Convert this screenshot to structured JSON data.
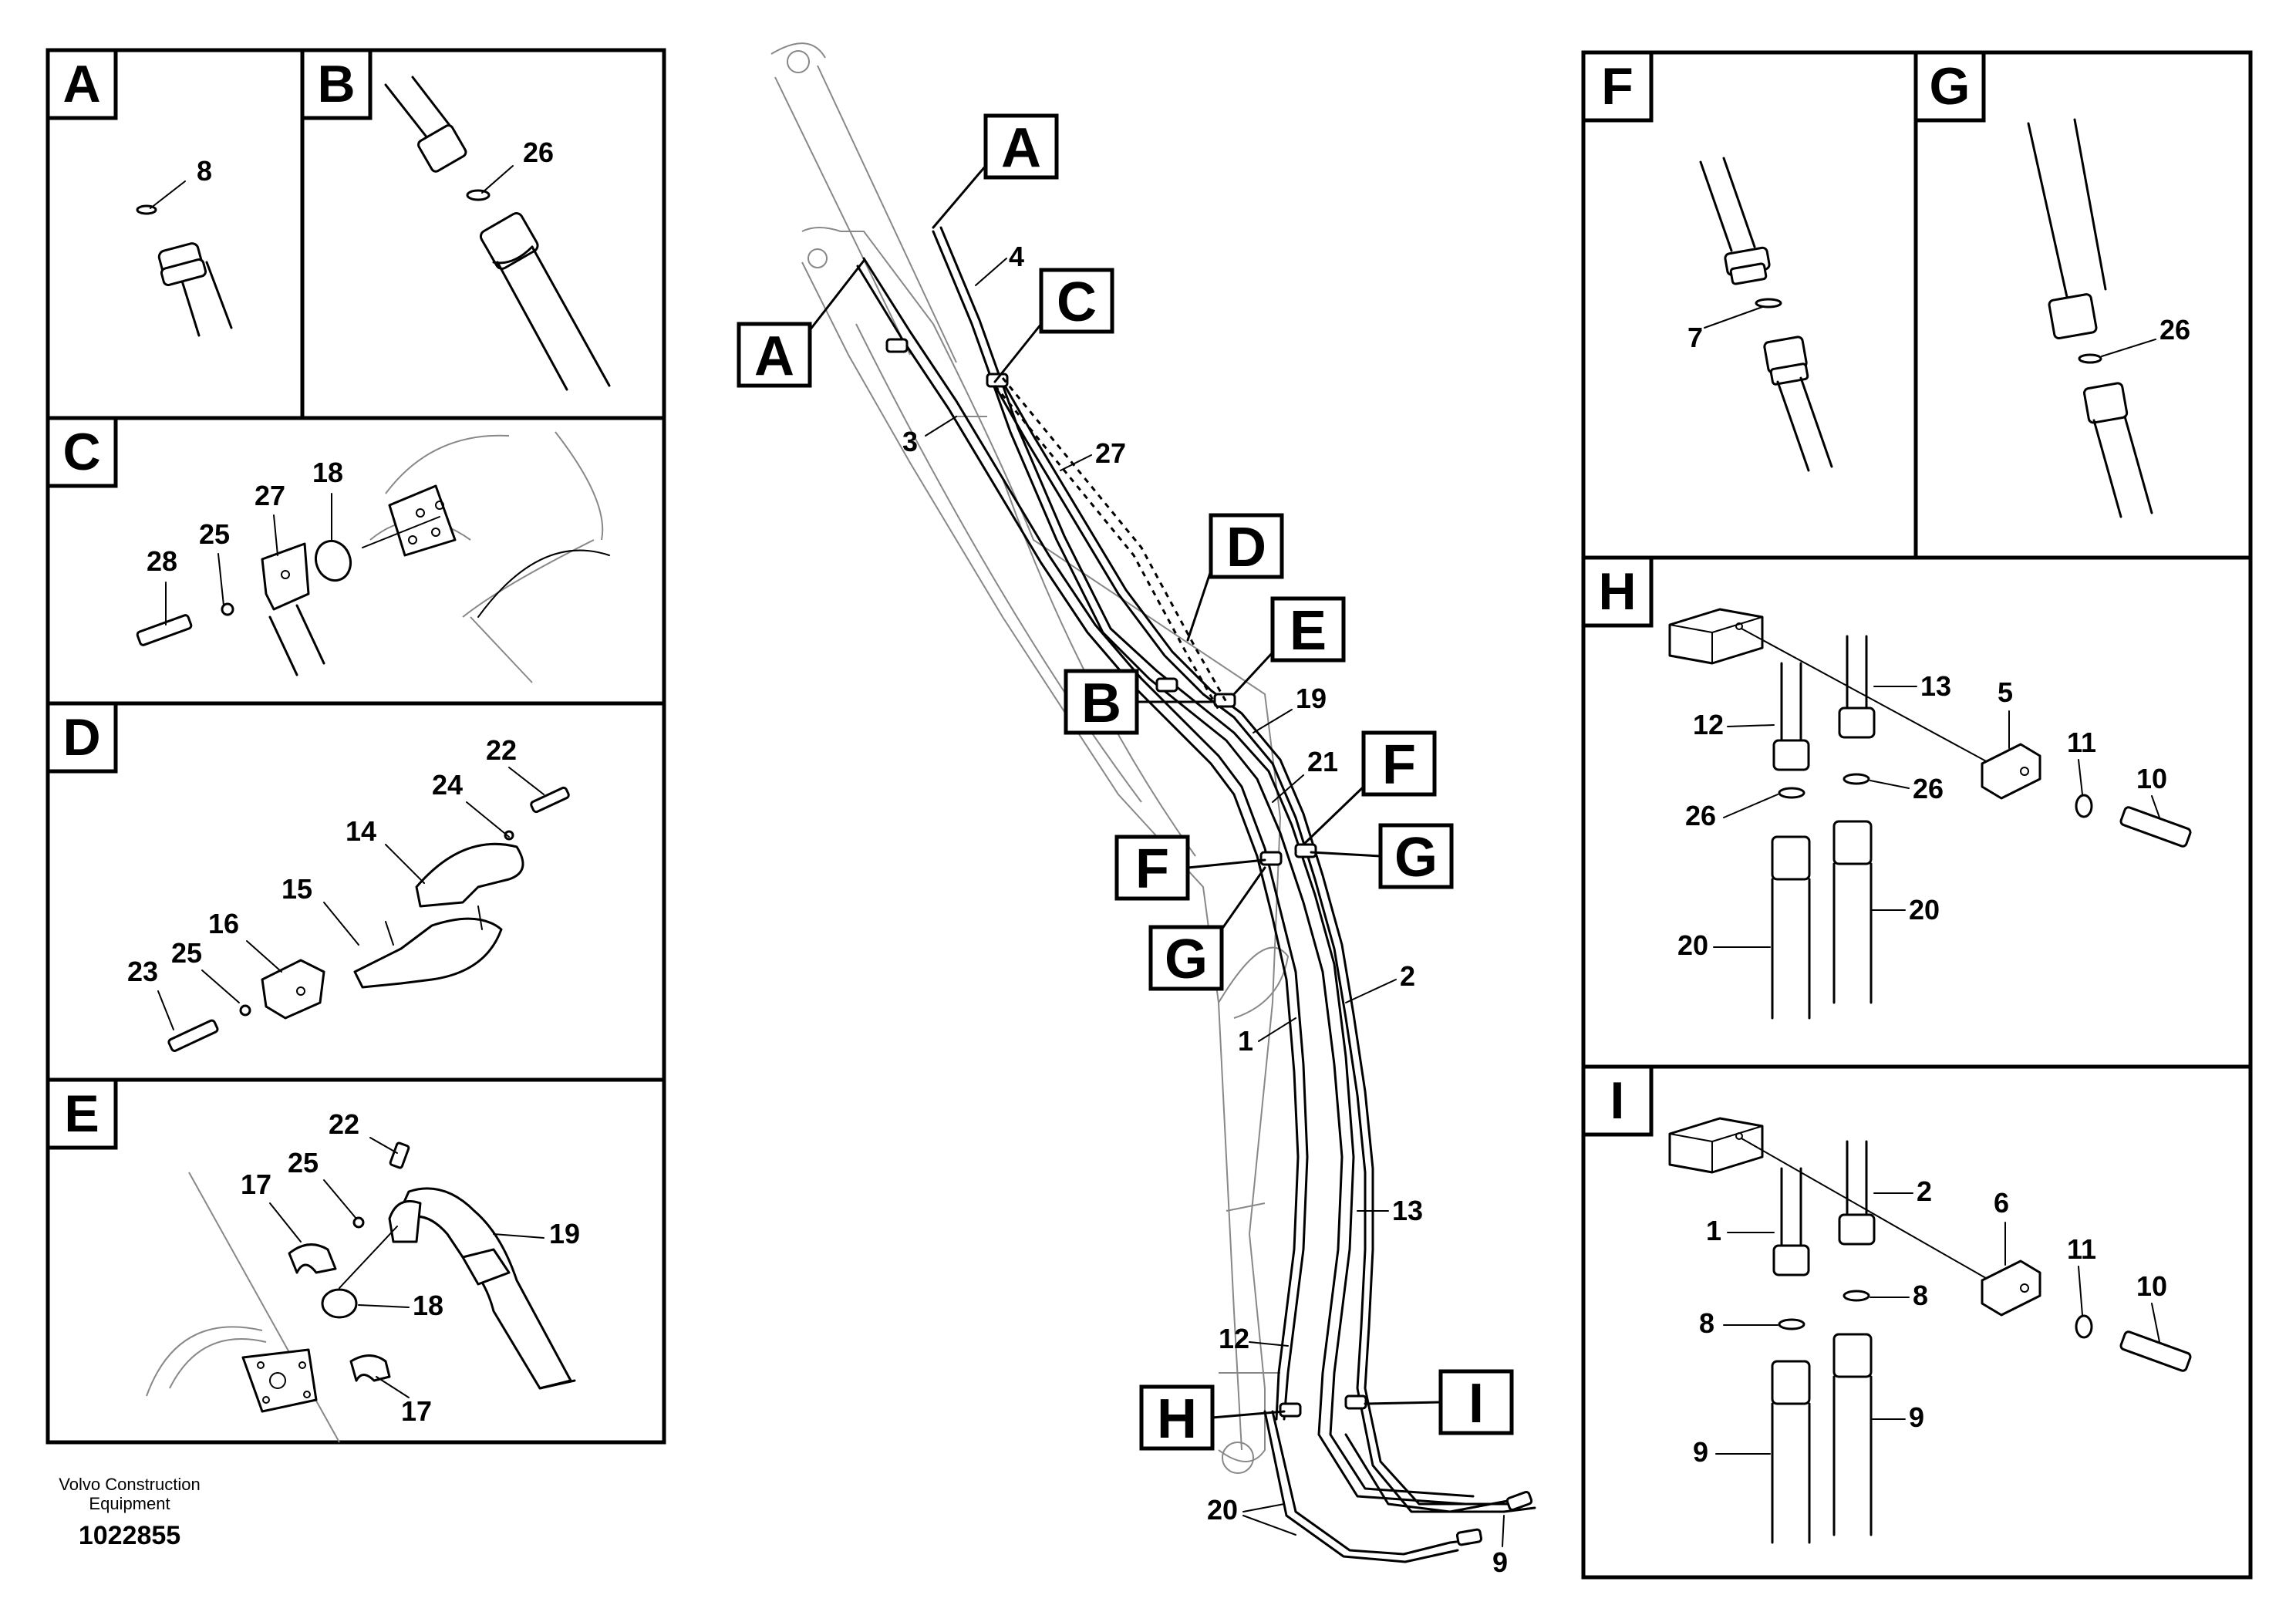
{
  "panels": {
    "A": {
      "label": "A",
      "parts": [
        "8"
      ]
    },
    "B": {
      "label": "B",
      "parts": [
        "26"
      ]
    },
    "C": {
      "label": "C",
      "parts": [
        "28",
        "25",
        "27",
        "18"
      ]
    },
    "D": {
      "label": "D",
      "parts": [
        "22",
        "24",
        "14",
        "15",
        "16",
        "25",
        "23"
      ]
    },
    "E": {
      "label": "E",
      "parts": [
        "22",
        "25",
        "17",
        "19",
        "18",
        "17"
      ]
    },
    "F": {
      "label": "F",
      "parts": [
        "7"
      ]
    },
    "G": {
      "label": "G",
      "parts": [
        "26"
      ]
    },
    "H": {
      "label": "H",
      "parts": [
        "13",
        "12",
        "5",
        "11",
        "10",
        "26",
        "26",
        "20",
        "20"
      ]
    },
    "I": {
      "label": "I",
      "parts": [
        "2",
        "1",
        "6",
        "11",
        "10",
        "8",
        "8",
        "9",
        "9"
      ]
    }
  },
  "main": {
    "callouts": [
      "A",
      "A",
      "C",
      "D",
      "E",
      "B",
      "F",
      "F",
      "G",
      "G",
      "H",
      "I"
    ],
    "parts": [
      "4",
      "3",
      "27",
      "19",
      "21",
      "2",
      "1",
      "13",
      "12",
      "20",
      "9"
    ]
  },
  "caption": {
    "line1": "Volvo Construction",
    "line2": "Equipment",
    "code": "1022855"
  }
}
